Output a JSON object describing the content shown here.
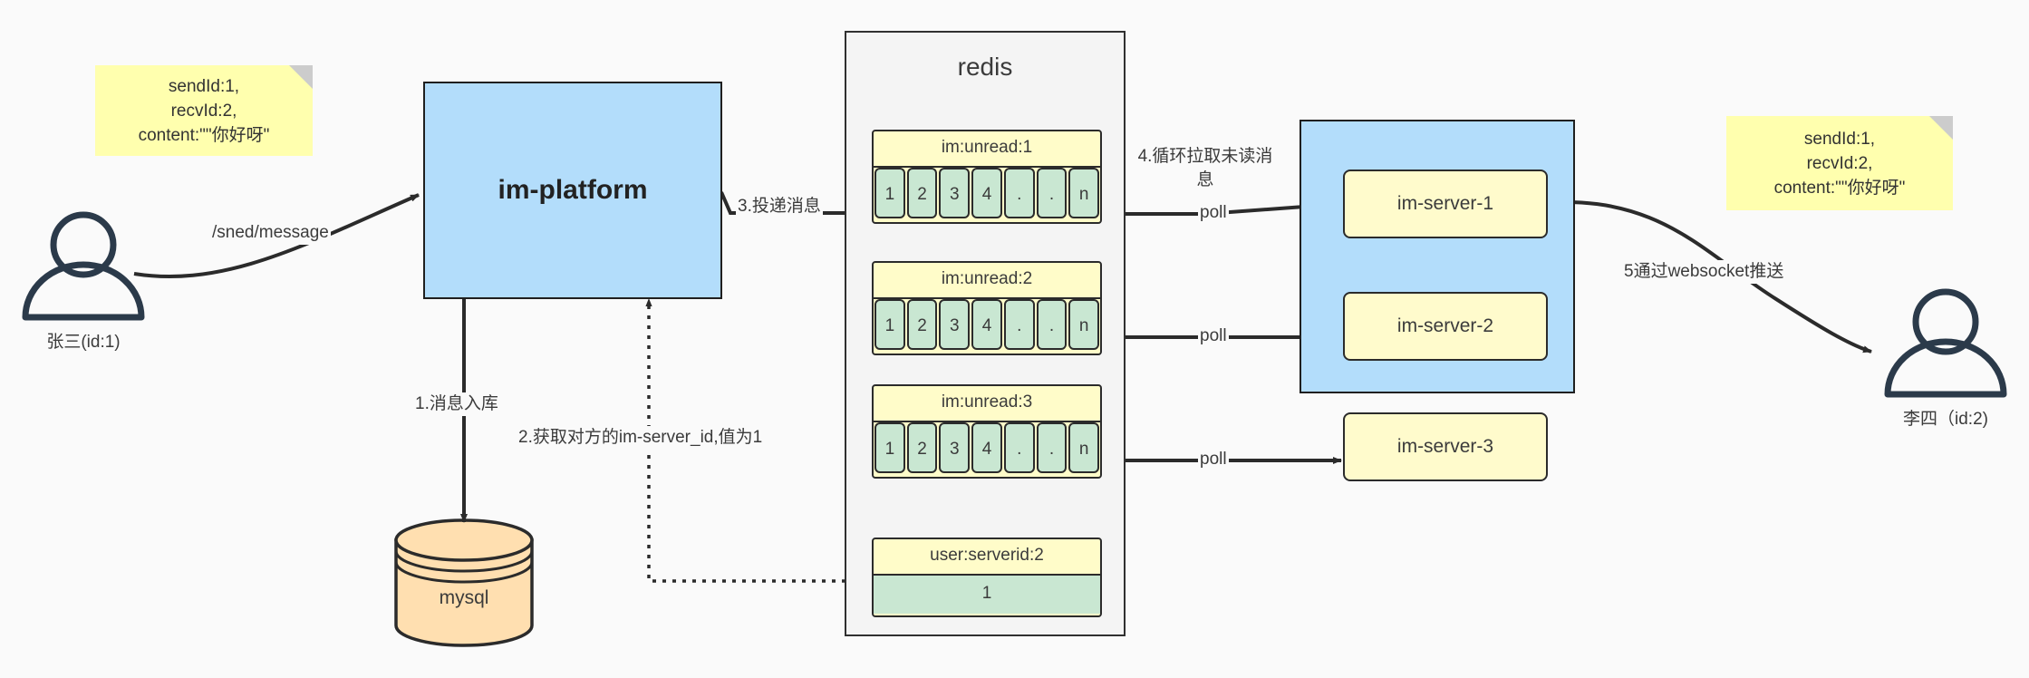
{
  "diagram": {
    "title": "IM message delivery architecture",
    "colors": {
      "note_bg": "#FFFFAE",
      "blue_box": "#B3DDFB",
      "redis_bg": "#F4F4F4",
      "key_bg": "#FFFCC9",
      "cell_bg": "#C9E7D2",
      "db_bg": "#FFDFB0",
      "stroke": "#2b2b2b",
      "canvas_bg": "#FAFAFA"
    }
  },
  "notes": {
    "left": {
      "text": "sendId:1,\nrecvId:2,\ncontent:\"\"你好呀\""
    },
    "right": {
      "text": "sendId:1,\nrecvId:2,\ncontent:\"\"你好呀\""
    }
  },
  "actors": {
    "sender": {
      "label": "张三(id:1)",
      "icon": "user-icon"
    },
    "receiver": {
      "label": "李四（id:2)",
      "icon": "user-icon"
    }
  },
  "nodes": {
    "platform": {
      "label": "im-platform"
    },
    "database": {
      "label": "mysql",
      "icon": "database-cylinder-icon"
    },
    "redis": {
      "label": "redis"
    },
    "servers_group": {
      "label": ""
    }
  },
  "redis_keys": [
    {
      "key": "im:unread:1",
      "cells": [
        "1",
        "2",
        "3",
        "4",
        ".",
        ".",
        "n"
      ]
    },
    {
      "key": "im:unread:2",
      "cells": [
        "1",
        "2",
        "3",
        "4",
        ".",
        ".",
        "n"
      ]
    },
    {
      "key": "im:unread:3",
      "cells": [
        "1",
        "2",
        "3",
        "4",
        ".",
        ".",
        "n"
      ]
    }
  ],
  "redis_single": {
    "key": "user:serverid:2",
    "value": "1"
  },
  "servers": [
    {
      "label": "im-server-1"
    },
    {
      "label": "im-server-2"
    },
    {
      "label": "im-server-3"
    }
  ],
  "edges": {
    "send_message": "/sned/message",
    "step1": "1.消息入库",
    "step2": "2.获取对方的im-server_id,值为1",
    "step3": "3.投递消息",
    "step4": "4.循环拉取未读消\n息",
    "poll1": "poll",
    "poll2": "poll",
    "poll3": "poll",
    "step5": "5通过websocket推送"
  }
}
